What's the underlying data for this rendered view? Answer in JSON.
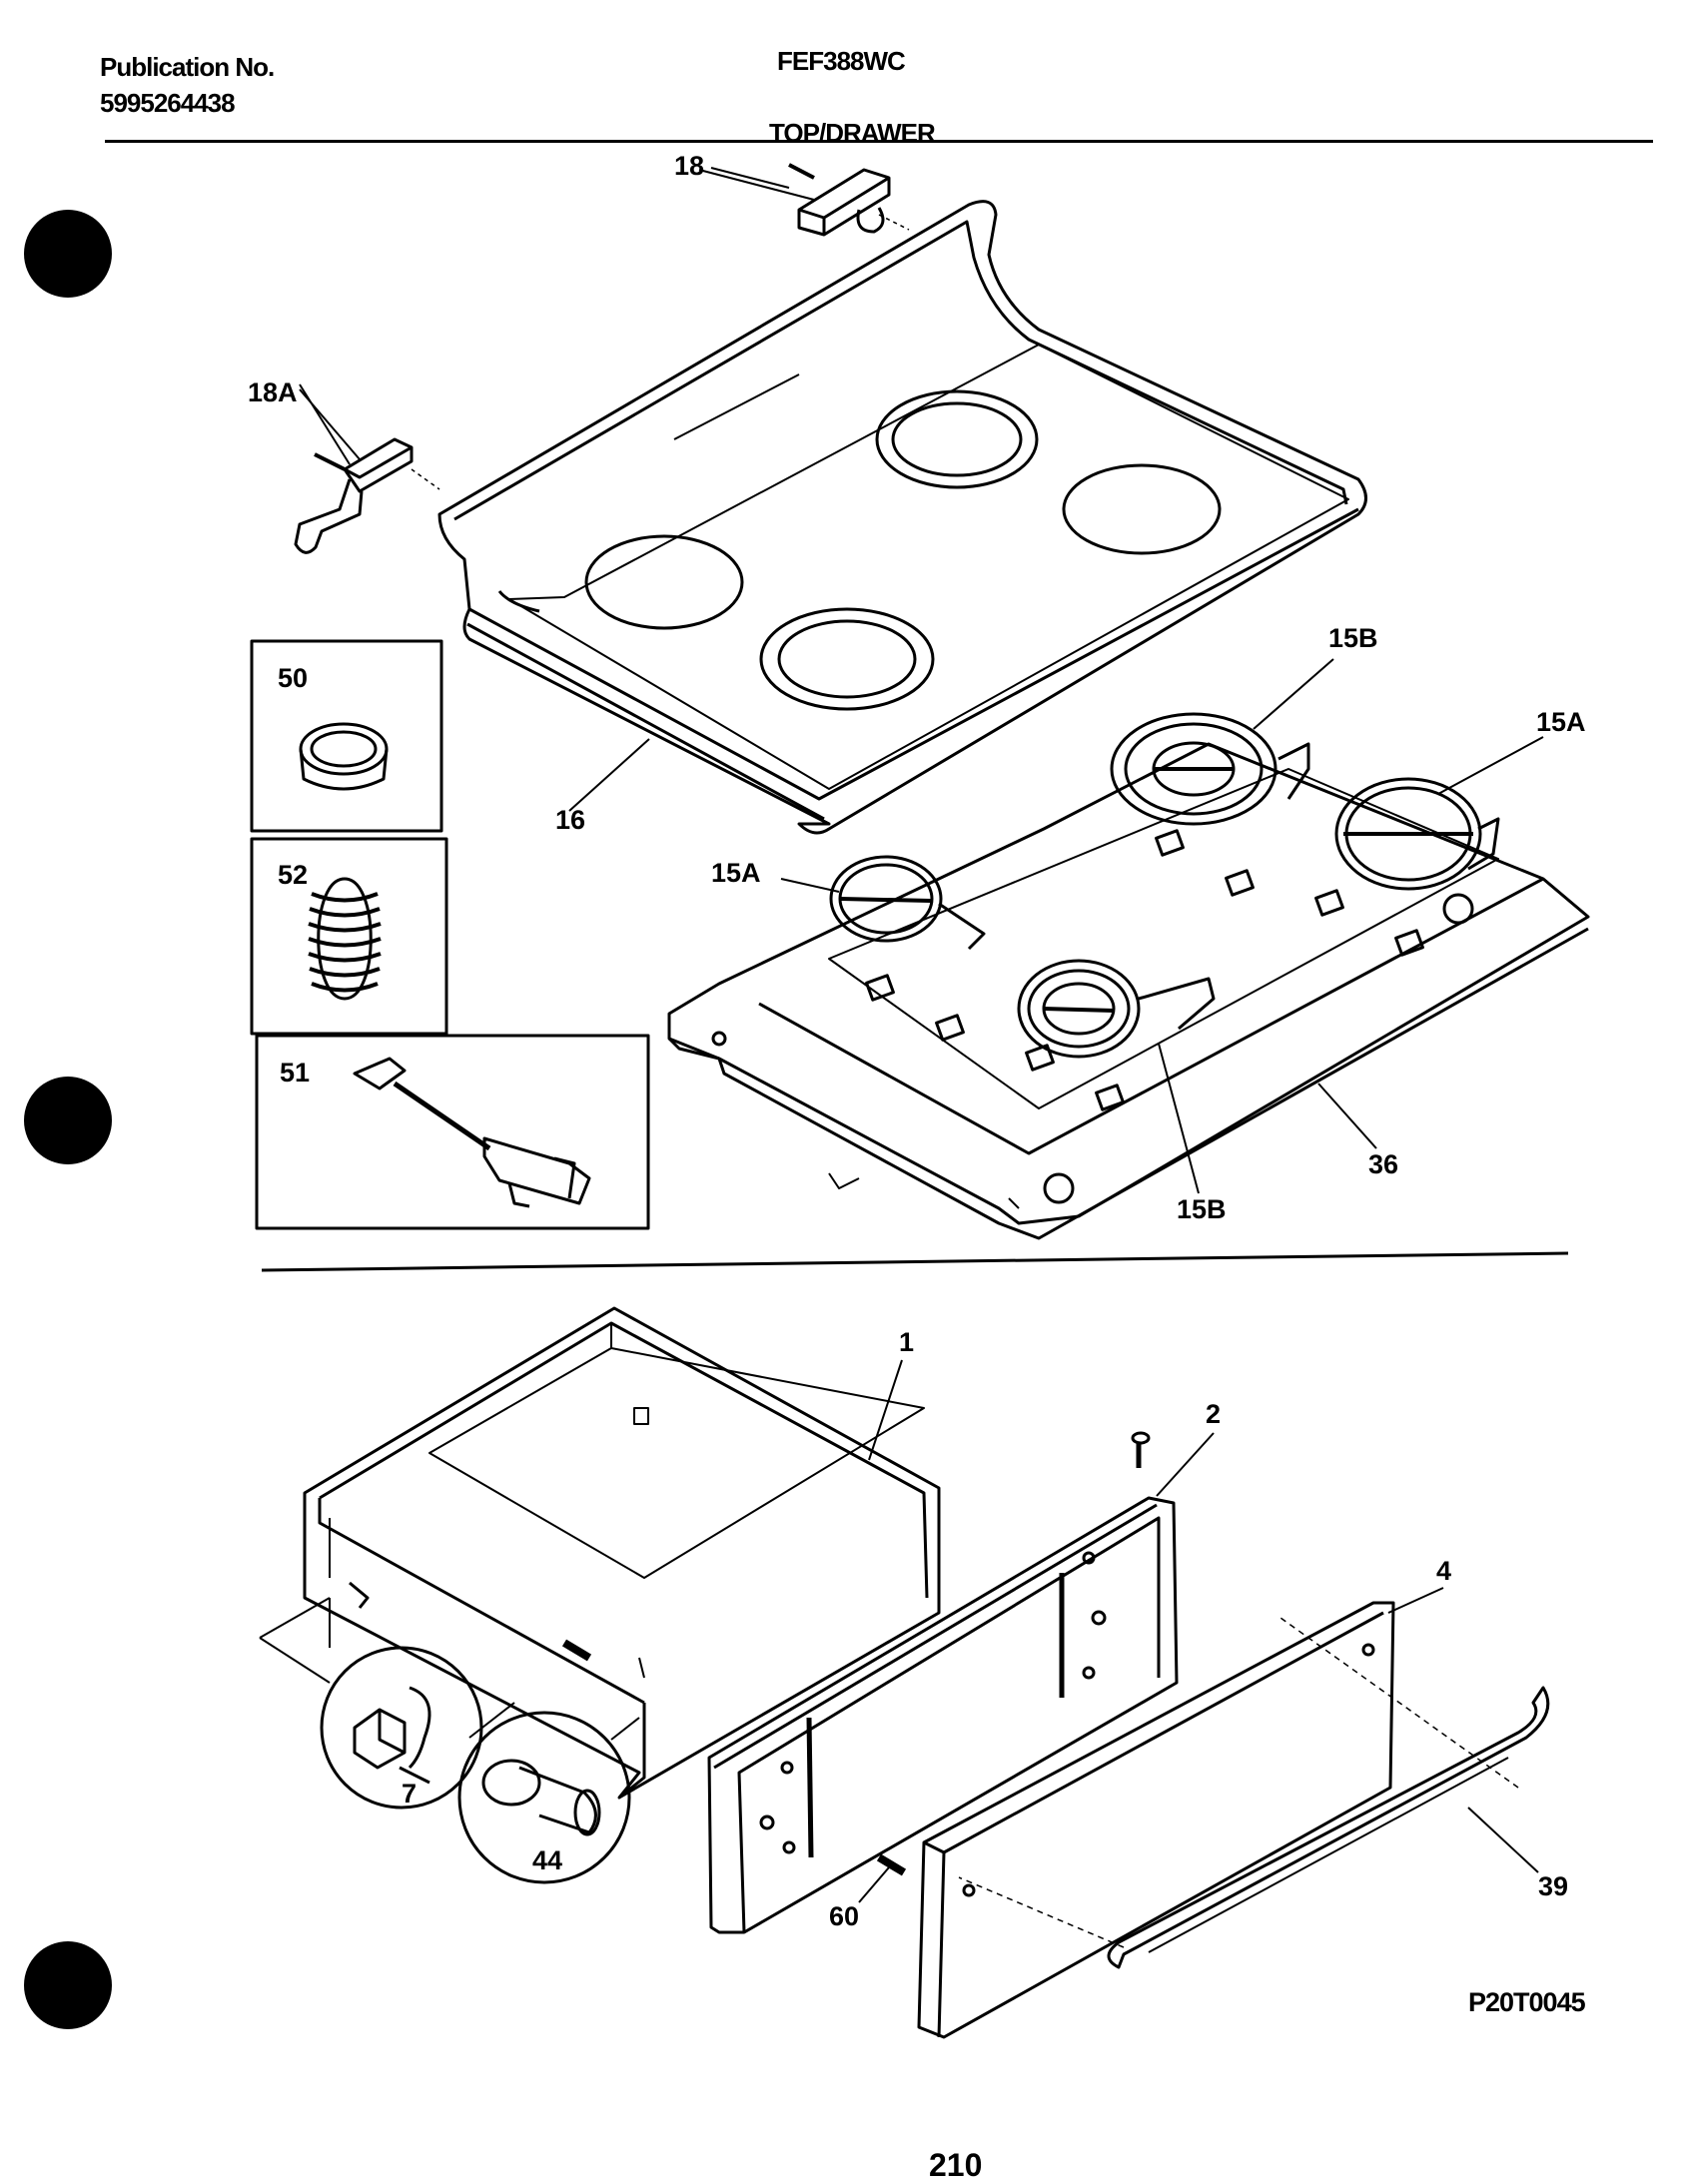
{
  "header": {
    "publication_label": "Publication No.",
    "publication_number": "5995264438",
    "model": "FEF388WC",
    "section_title": "TOP/DRAWER"
  },
  "callouts": {
    "c18": "18",
    "c18a": "18A",
    "c16": "16",
    "c15b_top": "15B",
    "c15a_right": "15A",
    "c15a_left": "15A",
    "c15b_bottom": "15B",
    "c36": "36",
    "c50": "50",
    "c52": "52",
    "c51": "51",
    "c1": "1",
    "c2": "2",
    "c4": "4",
    "c7": "7",
    "c44": "44",
    "c60": "60",
    "c39": "39"
  },
  "figure_code": "P20T0045",
  "page_number": "210"
}
